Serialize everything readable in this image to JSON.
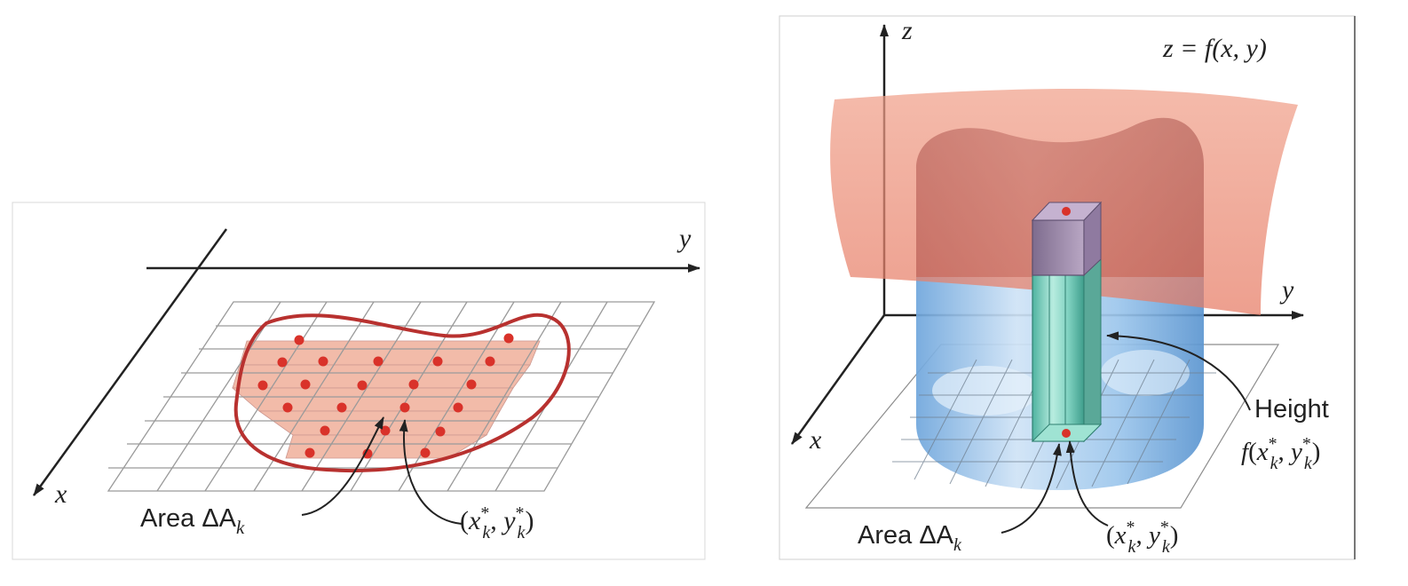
{
  "left_panel": {
    "axis_x": "x",
    "axis_y": "y",
    "area_label": "Area ΔA",
    "area_sub": "k",
    "point_label": {
      "x": "x",
      "y": "y",
      "sub": "k",
      "sup": "*"
    }
  },
  "right_panel": {
    "axis_x": "x",
    "axis_y": "y",
    "axis_z": "z",
    "surface_label": "z = f(x, y)",
    "height_label": "Height",
    "height_fn": {
      "f": "f",
      "x": "x",
      "y": "y",
      "sub": "k",
      "sup": "*"
    },
    "area_label": "Area ΔA",
    "area_sub": "k",
    "point_label": {
      "x": "x",
      "y": "y",
      "sub": "k",
      "sup": "*"
    }
  },
  "colors": {
    "region_boundary": "#b8312f",
    "cell_fill": "#f2b8a5",
    "sample_dot": "#d9322a",
    "surface": "#ec8a73",
    "cylinder": "#8fbce6",
    "column": "#7fd1c0"
  }
}
